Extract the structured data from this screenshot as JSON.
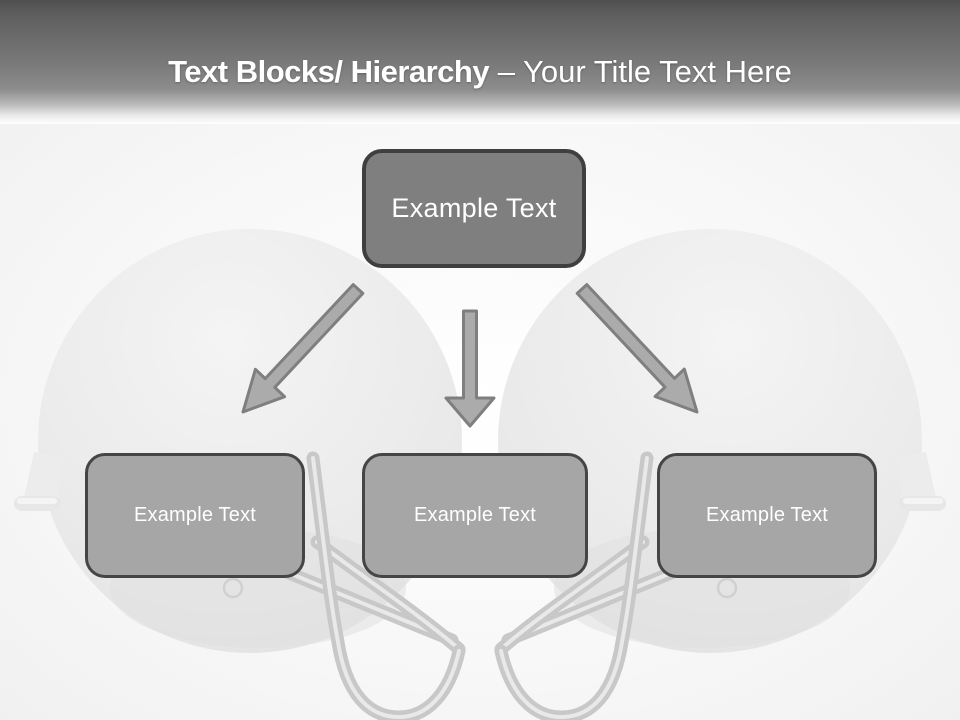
{
  "header": {
    "title_bold": "Text Blocks/ Hierarchy",
    "title_regular": "– Your Title Text Here"
  },
  "diagram": {
    "root_label": "Example Text",
    "children": [
      {
        "label": "Example Text"
      },
      {
        "label": "Example Text"
      },
      {
        "label": "Example Text"
      }
    ]
  },
  "watermark": {
    "description": "two gray football helmets facing each other with crossing facemasks"
  },
  "colors": {
    "header_top": "#4f4f4f",
    "root_box_fill": "#7f7f7f",
    "child_box_fill": "#a6a6a6",
    "box_border": "#3f3f3f",
    "arrow_fill": "#ababab",
    "arrow_stroke": "#7f7f7f",
    "helmet_shell": "#e7e7e7",
    "facemask_tube": "#c8c8c8",
    "text": "#ffffff"
  }
}
